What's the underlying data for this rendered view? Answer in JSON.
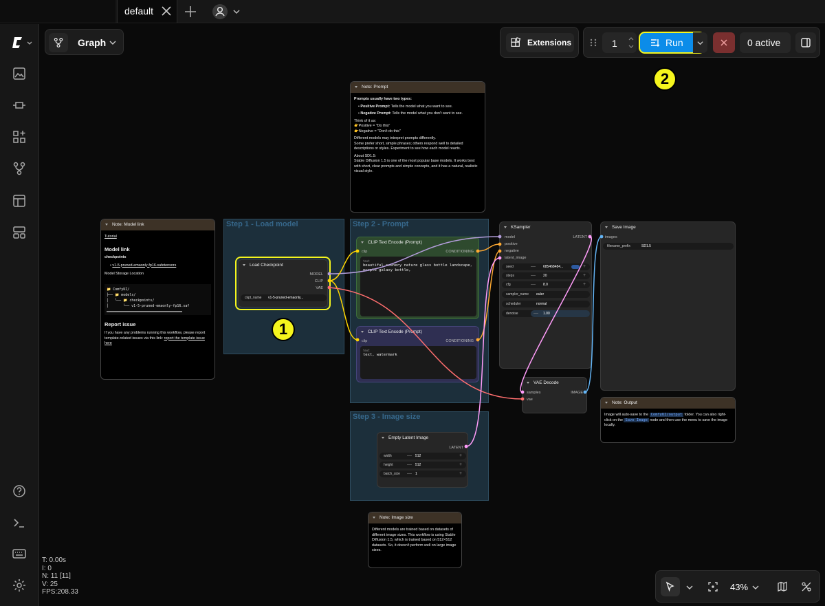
{
  "tabs": {
    "active": "default"
  },
  "toolbar": {
    "view_label": "Graph",
    "extensions": "Extensions",
    "batch_count": "1",
    "run": "Run",
    "active_count": "0 active"
  },
  "groups": [
    {
      "title": "Step 1 - Load model"
    },
    {
      "title": "Step 2 - Prompt"
    },
    {
      "title": "Step 3 - Image size"
    }
  ],
  "notes": {
    "prompt": {
      "title": "Note: Prompt",
      "l1": "Prompts usually have two types:",
      "l2b": "Positive Prompt:",
      "l2": " Tells the model what you want to see.",
      "l3b": "Negative Prompt:",
      "l3": " Tells the model what you don't want to see.",
      "l4": "Think of it as:",
      "l5": "👉Positive = \"Do this\"",
      "l6": "👉Negative = \"Don't do this\"",
      "l7": "Different models may interpret prompts differently.",
      "l8": "Some prefer short, simple phrases; others respond well to detailed descriptions or styles. Experiment to see how each model reacts.",
      "l9": "About SD1.5:",
      "l10": "Stable Diffusion 1.5 is one of the most popular base models. It works best with short, clear prompts and simple concepts, and it has a natural, realistic visual style."
    },
    "model": {
      "title": "Note: Model link",
      "tutorial": "Tutorial",
      "h1": "Model link",
      "h2": "checkpoints",
      "file": "v1-5-pruned-emaonly-fp16.safetensors",
      "storage": "Model Storage Location",
      "t1": "📁 ComfyUI/",
      "t2": "├── 📁 models/",
      "t3": "│   └── 📁 checkpoints/",
      "t4": "│       └── v1-5-pruned-emaonly-fp16.saf",
      "h3": "Report issue",
      "issue": "If you have any problems running this workflow, please report template-related issues via this link: ",
      "issue_link": "report the template issue here"
    },
    "output": {
      "title": "Note: Output",
      "a": "Image will auto-save to the ",
      "code1": "ComfyUI/output",
      "b": " folder. You can also right-click on the ",
      "code2": "Save Image",
      "c": " node and then use the menu to save the image locally."
    },
    "size": {
      "title": "Note: Image size",
      "text": "Different models are trained based on datasets of different image sizes. This workflow is using Stable Diffusion 1.5, which is trained based on 512×512 datasets. So, it doesn't perform well on large image sizes."
    }
  },
  "nodes": {
    "checkpoint": {
      "title": "Load Checkpoint",
      "out_model": "MODEL",
      "out_clip": "CLIP",
      "out_vae": "VAE",
      "w_name": "ckpt_name",
      "w_value": "v1-5-pruned-emaonly..."
    },
    "clip_pos": {
      "title": "CLIP Text Encode (Prompt)",
      "in": "clip",
      "out": "CONDITIONING",
      "label": "text",
      "text": "beautiful scenery nature glass bottle landscape, purple galaxy bottle,"
    },
    "clip_neg": {
      "title": "CLIP Text Encode (Prompt)",
      "in": "clip",
      "out": "CONDITIONING",
      "label": "text",
      "text": "text, watermark"
    },
    "ksampler": {
      "title": "KSampler",
      "in_model": "model",
      "in_pos": "positive",
      "in_neg": "negative",
      "in_latent": "latent_image",
      "out": "LATENT",
      "seed_l": "seed",
      "seed_v": "685468484...",
      "steps_l": "steps",
      "steps_v": "20",
      "cfg_l": "cfg",
      "cfg_v": "8.0",
      "sampler_l": "sampler_name",
      "sampler_v": "euler",
      "sched_l": "scheduler",
      "sched_v": "normal",
      "denoise_l": "denoise",
      "denoise_v": "1.00"
    },
    "save": {
      "title": "Save Image",
      "in": "images",
      "w_name": "filename_prefix",
      "w_value": "SD1.5"
    },
    "vae": {
      "title": "VAE Decode",
      "in_samples": "samples",
      "in_vae": "vae",
      "out": "IMAGE"
    },
    "latent": {
      "title": "Empty Latent Image",
      "out": "LATENT",
      "w_l": "width",
      "w_v": "512",
      "h_l": "height",
      "h_v": "512",
      "b_l": "batch_size",
      "b_v": "1"
    }
  },
  "badges": {
    "one": "1",
    "two": "2"
  },
  "stats": {
    "t": "T: 0.00s",
    "i": "I: 0",
    "n": "N: 11 [11]",
    "v": "V: 25",
    "fps": "FPS:208.33"
  },
  "zoom": "43%",
  "colors": {
    "accent": "#0b8ce9",
    "highlight": "#f5f51d",
    "clip_pos": "#2e4a2e",
    "clip_neg": "#2f2f52"
  }
}
